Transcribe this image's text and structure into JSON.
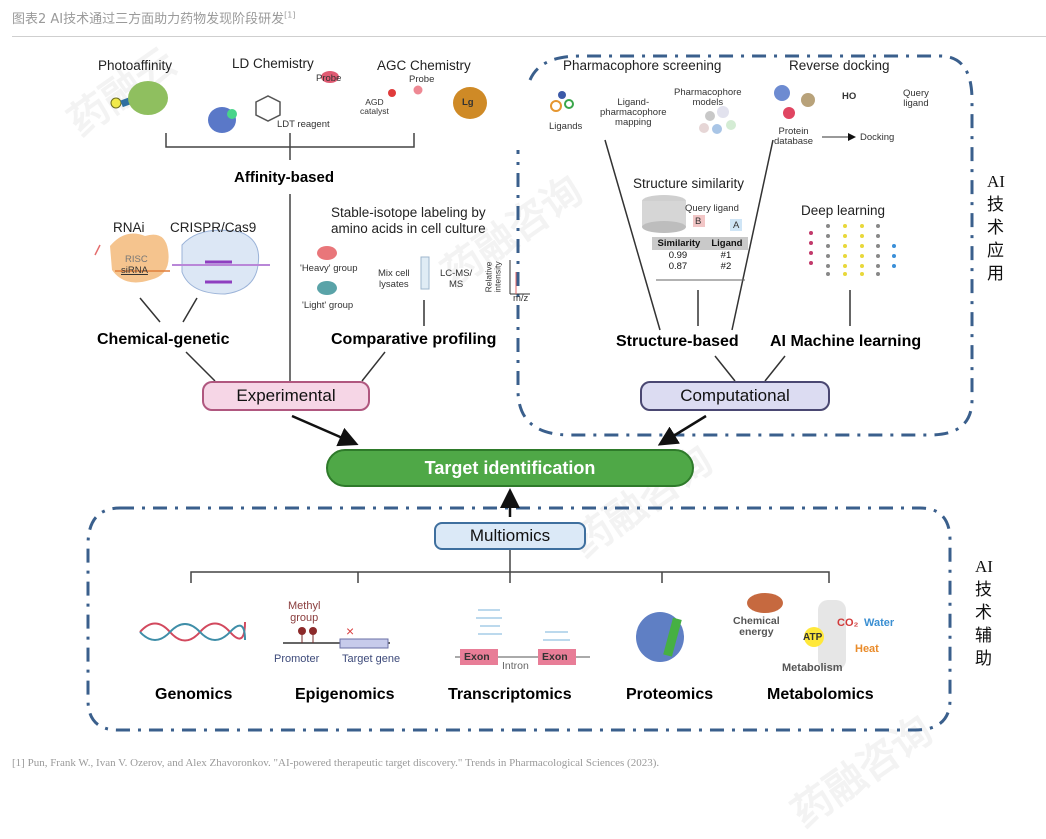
{
  "header": {
    "title": "图表2 AI技术通过三方面助力药物发现阶段研发",
    "title_sup": "[1]"
  },
  "experimental": {
    "affinity": {
      "items": [
        "Photoaffinity",
        "LD Chemistry",
        "AGC Chemistry"
      ],
      "ld_probe": "Probe",
      "ld_reagent": "LDT reagent",
      "agc_probe": "Probe",
      "agc_catalyst": "AGD\ncatalyst",
      "agc_leaving_group": "Lg",
      "label": "Affinity-based"
    },
    "chemical_genetic": {
      "items": [
        "RNAi",
        "CRISPR/Cas9"
      ],
      "risc": "RISC",
      "sirna": "siRNA",
      "label": "Chemical-genetic"
    },
    "comparative": {
      "title_line1": "Stable-isotope labeling by",
      "title_line2": "amino acids in cell culture",
      "heavy": "'Heavy' group",
      "light": "'Light' group",
      "mix": "Mix cell\nlysates",
      "lcms": "LC-MS/\nMS",
      "y_axis": "Relative\nintensity",
      "x_axis": "m/z",
      "label": "Comparative profiling"
    },
    "pill": "Experimental"
  },
  "computational": {
    "pharmacophore": {
      "title": "Pharmacophore screening",
      "ligands": "Ligands",
      "mapping": "Ligand-\npharmacophore\nmapping",
      "models": "Pharmacophore\nmodels"
    },
    "reverse_docking": {
      "title": "Reverse docking",
      "protein_db": "Protein\ndatabase",
      "docking": "Docking",
      "query": "Query\nligand",
      "ho": "HO"
    },
    "structure_similarity": {
      "title": "Structure similarity",
      "query": "Query ligand",
      "b": "B",
      "a": "A",
      "table": {
        "headers": [
          "Similarity",
          "Ligand"
        ],
        "rows": [
          [
            "0.99",
            "#1"
          ],
          [
            "0.87",
            "#2"
          ]
        ]
      }
    },
    "deep_learning": {
      "title": "Deep learning"
    },
    "structure_based": "Structure-based",
    "ml": "AI Machine learning",
    "pill": "Computational",
    "side_label": [
      "AI",
      "技",
      "术",
      "应",
      "用"
    ]
  },
  "target": {
    "label": "Target identification"
  },
  "multiomics": {
    "pill": "Multiomics",
    "items": [
      "Genomics",
      "Epigenomics",
      "Transcriptomics",
      "Proteomics",
      "Metabolomics"
    ],
    "epi": {
      "methyl": "Methyl\ngroup",
      "promoter": "Promoter",
      "target_gene": "Target gene"
    },
    "trans": {
      "exon": "Exon",
      "intron": "Intron"
    },
    "meta": {
      "chemical": "Chemical\nenergy",
      "atp": "ATP",
      "co2": "CO₂",
      "water": "Water",
      "heat": "Heat",
      "metabolism": "Metabolism"
    },
    "side_label": [
      "AI",
      "技",
      "术",
      "辅",
      "助"
    ]
  },
  "reference": "[1] Pun, Frank W., Ivan V. Ozerov, and Alex Zhavoronkov. \"AI-powered therapeutic target discovery.\" Trends in Pharmacological Sciences (2023).",
  "colors": {
    "dash_border": "#3a5f8c",
    "experimental_fill": "#f6d6e6",
    "computational_fill": "#dcdcf2",
    "target_fill": "#4fa847",
    "multiomics_fill": "#dbe9f7"
  }
}
